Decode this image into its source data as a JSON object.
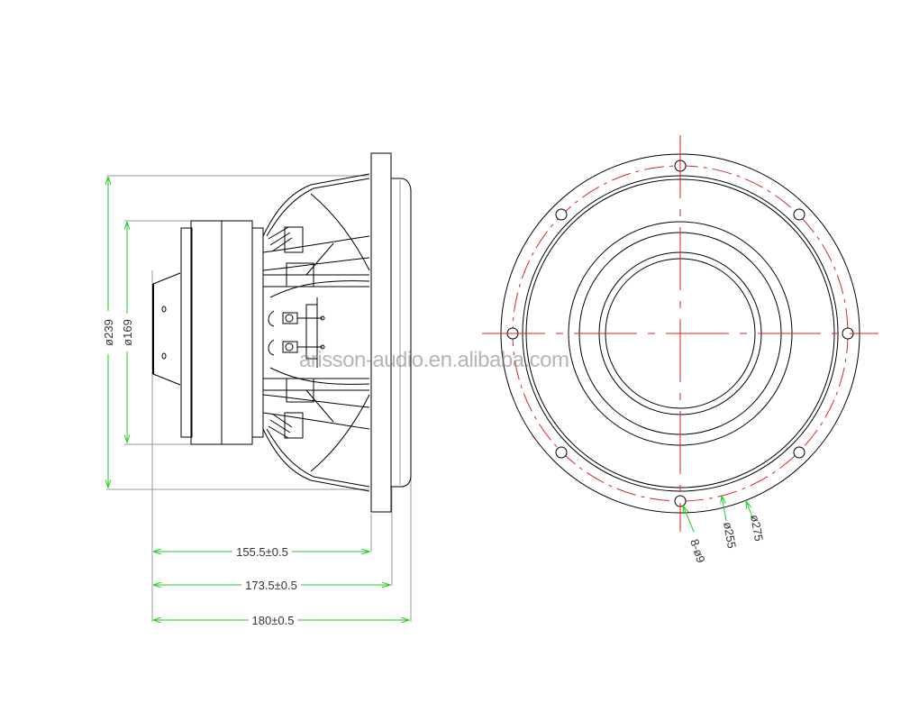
{
  "drawing": {
    "subject": "subwoofer speaker dimensional drawing",
    "colors": {
      "outline": "#000000",
      "dimension": "#22cc22",
      "centerline": "#dd2222",
      "extension": "#888888"
    },
    "side_view": {
      "dimensions": {
        "outer_diameter": "ø239",
        "magnet_diameter": "ø169",
        "depth_to_mount": "155.5±0.5",
        "depth_to_frame": "173.5±0.5",
        "overall_depth": "180±0.5"
      }
    },
    "front_view": {
      "callouts": {
        "holes": "8-ø9",
        "bolt_circle": "ø255",
        "outer": "ø275"
      },
      "hole_count": 8
    },
    "watermark": "arisson-audio.en.alibaba.com"
  }
}
